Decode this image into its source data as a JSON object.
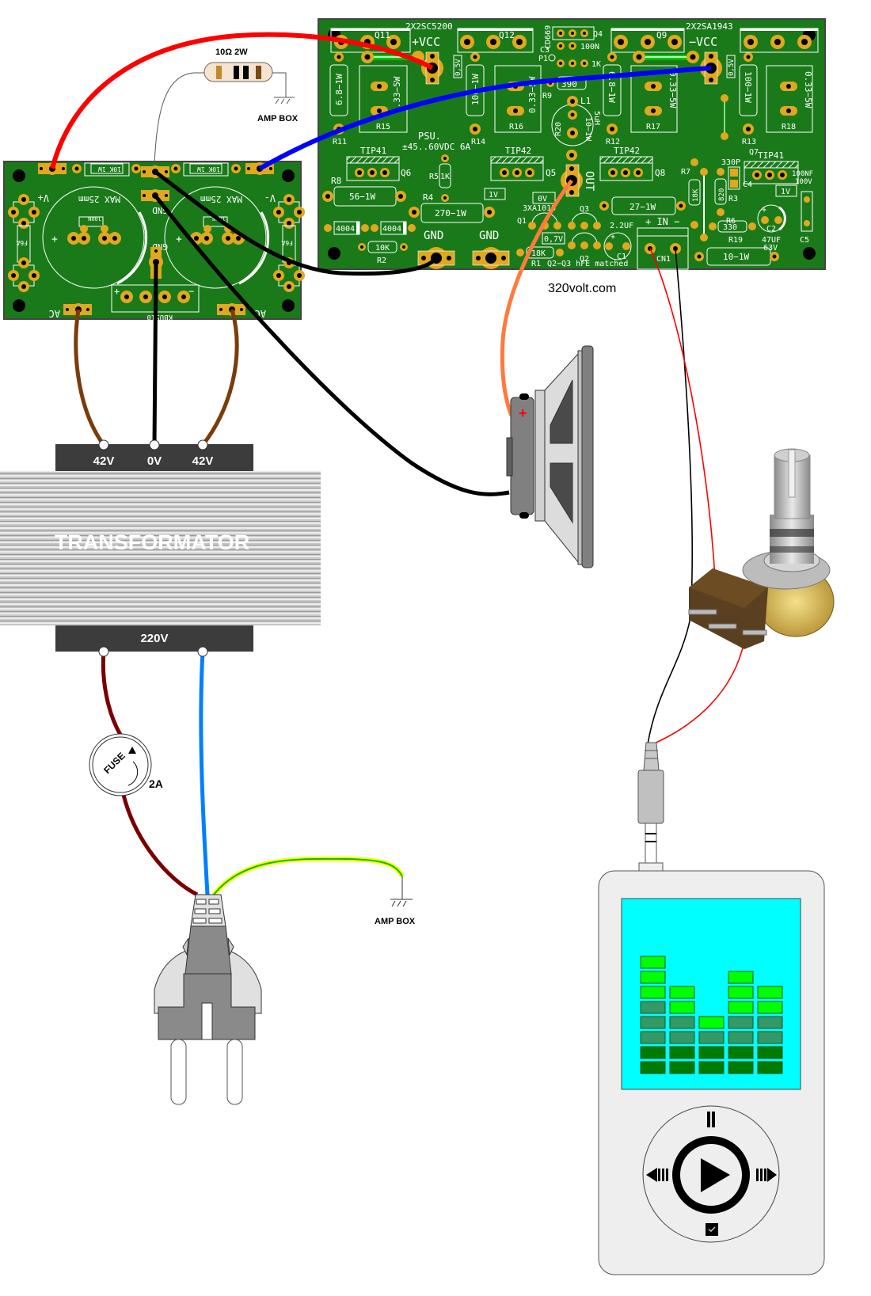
{
  "title": "Amplifier wiring diagram",
  "watermark_site": "320volt.com",
  "colors": {
    "pcb_green": "#1a7a1a",
    "pad_gold": "#e0a81e",
    "wire_red": "#ff0000",
    "wire_blue": "#0000ff",
    "wire_black": "#000000",
    "wire_brown": "#7a3c08",
    "wire_orange": "#ff7a3c",
    "wire_mains_brown": "#7a0000",
    "wire_mains_blue": "#0080ff",
    "wire_earth_green": "#00c000",
    "wire_earth_yellow": "#ffff00",
    "screen_cyan": "#00ffff",
    "eq_bright": "#00ff00",
    "eq_mid": "#339966",
    "eq_dark": "#007a00"
  },
  "resistor_note": {
    "label": "10Ω 2W",
    "ground_label": "AMP BOX"
  },
  "psu_board": {
    "v_plus": "V+",
    "v_minus": "V-",
    "gnd_top": "GND",
    "gnd_bottom": "GND",
    "cap_left": "MAX 25mm",
    "cap_right": "MAX 25mm",
    "cap_left_small": "100N",
    "cap_right_small": "100N",
    "res_left": "10K 1W",
    "res_right": "10K 1W",
    "fuse_left": "F6A",
    "fuse_right": "F6A",
    "bridge": "KBU510",
    "ac_left": "AC",
    "ac_right": "AC",
    "plus": "+",
    "minus": "−"
  },
  "amp_board": {
    "top_npn": "2X2SC5200",
    "top_pnp": "2X2SA1943",
    "vcc_plus": "+VCC",
    "vcc_minus": "−VCC",
    "q11": "Q11",
    "q12": "Q12",
    "q9": "Q9",
    "q4": "Q4",
    "cd669": "CD669",
    "c3": "C3",
    "p1": "P1",
    "n100": "100N",
    "k1": "1K",
    "r11_val": "6.8−1W",
    "r15_val": "0.33−5W",
    "r14_val": "100−1W",
    "r16_val": "0.33−5W",
    "r12_val": "6.8−1W",
    "r17_val": "0.33−5W",
    "r13_val": "100−1W",
    "r18_val": "0.33−5W",
    "r11": "R11",
    "r15": "R15",
    "r14": "R14",
    "r16": "R16",
    "r12": "R12",
    "r17": "R17",
    "r13": "R13",
    "r18": "R18",
    "v05_left": "0,5V",
    "v05_right": "0,5V",
    "r9": "R9",
    "r9_val": "390",
    "l1": "L1",
    "l1_val": "5uH",
    "r20": "R20",
    "r20_val": "10−1W",
    "psu": "PSU.",
    "psu_spec": "±45..60VDC 6A",
    "tip41_a": "TIP41",
    "q6": "Q6",
    "tip42_a": "TIP42",
    "q5": "Q5",
    "tip42_b": "TIP42",
    "q8": "Q8",
    "tip41_b": "TIP41",
    "q7": "Q7",
    "r8": "R8",
    "r8_val": "56−1W",
    "r5": "R5",
    "r5_val": "1K",
    "r4": "R4",
    "r4_val": "270−1W",
    "v1_left": "1V",
    "v0": "0V",
    "v07": "0,7V",
    "v1_right": "1V",
    "q1": "Q1",
    "q2": "Q2",
    "q3": "Q3",
    "xa": "3XA1015",
    "d1": "4004",
    "d2": "4004",
    "r2": "R2",
    "r2_val": "10K",
    "r1": "R1",
    "r1_val": "18K",
    "gnd1": "GND",
    "gnd2": "GND",
    "out": "OUT",
    "c1": "C1",
    "c1_val": "2.2UF",
    "r7": "R7",
    "r7_val": "18K",
    "r3": "R3",
    "r3_val": "820",
    "c4": "C4",
    "c4_val": "330P",
    "r6": "R6",
    "r6_val": "330",
    "c2": "C2",
    "c2_val": "47UF",
    "c2_v": "63V",
    "r19": "R19",
    "r19_val": "10−1W",
    "c5": "C5",
    "c5_val": "100NF",
    "c5_v": "100V",
    "r27_val": "27−1W",
    "in": "+ IN −",
    "cn1": "CN1",
    "matched": "Q2−Q3 hFE matched"
  },
  "transformer": {
    "label": "TRANSFORMATOR",
    "secondary": [
      "42V",
      "0V",
      "42V"
    ],
    "primary": "220V"
  },
  "fuse": {
    "label": "FUSE",
    "rating": "2A"
  },
  "plug": {
    "ground_label": "AMP BOX"
  },
  "speaker": {
    "polarity": "+"
  },
  "player": {
    "eq_levels": [
      8,
      6,
      4,
      7,
      6
    ],
    "eq_max": 9,
    "controls": [
      "pause",
      "previous",
      "play",
      "next",
      "menu"
    ]
  }
}
